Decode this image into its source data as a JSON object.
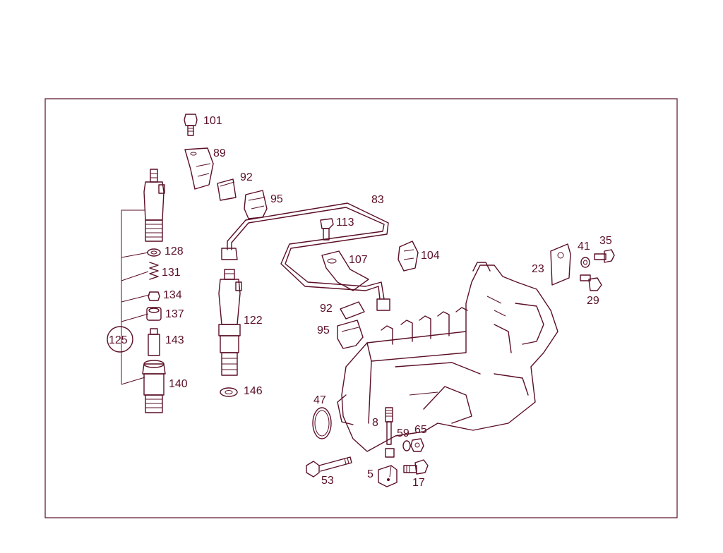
{
  "diagram": {
    "part_labels": {
      "p101": "101",
      "p89": "89",
      "p92a": "92",
      "p95a": "95",
      "p83": "83",
      "p113": "113",
      "p104": "104",
      "p107": "107",
      "p41": "41",
      "p35": "35",
      "p23": "23",
      "p29": "29",
      "p128": "128",
      "p131": "131",
      "p134": "134",
      "p137": "137",
      "p125": "125",
      "p143": "143",
      "p140": "140",
      "p122": "122",
      "p146": "146",
      "p92b": "92",
      "p95b": "95",
      "p47": "47",
      "p8": "8",
      "p59": "59",
      "p65": "65",
      "p53": "53",
      "p5": "5",
      "p17": "17"
    },
    "colors": {
      "line": "#5a0f24",
      "background": "#ffffff"
    }
  }
}
